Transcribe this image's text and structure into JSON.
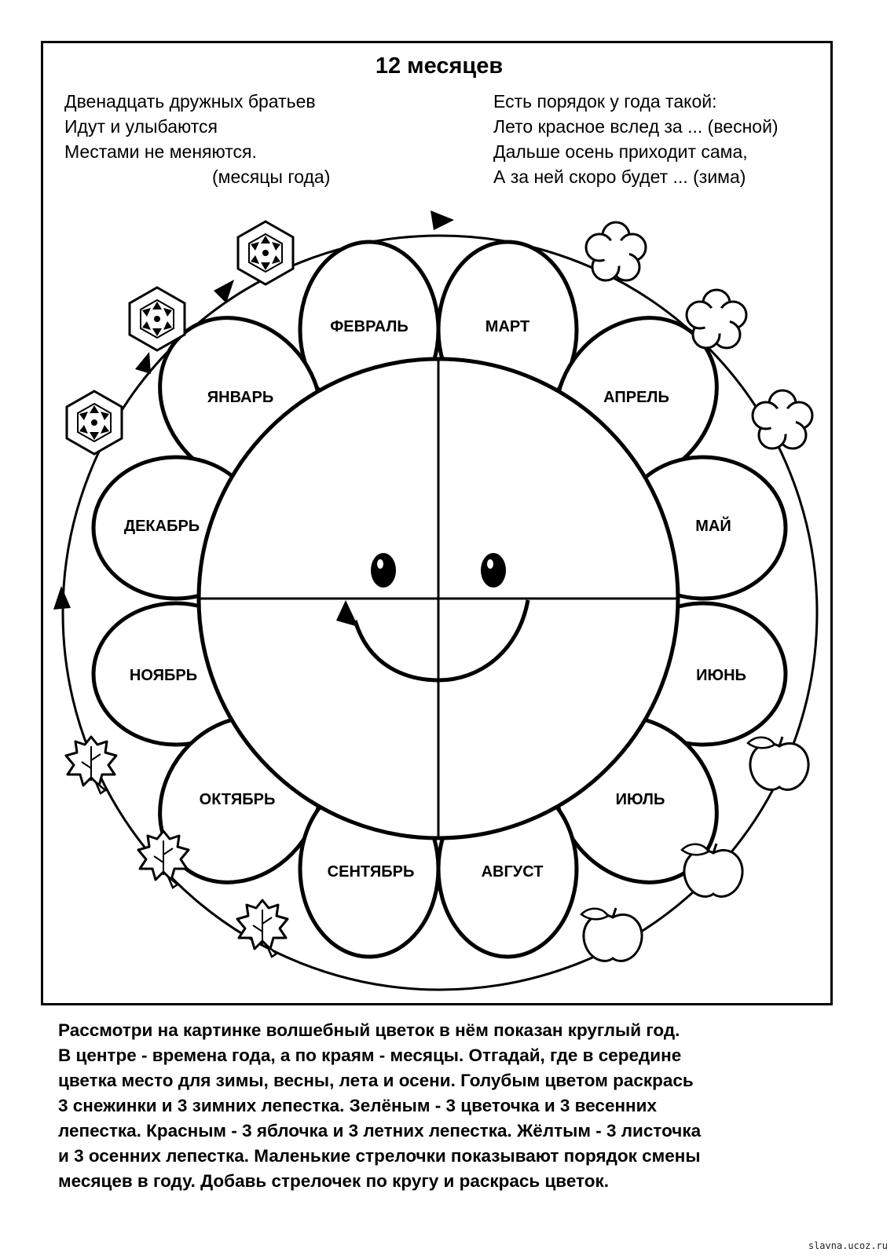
{
  "title": "12 месяцев",
  "poem_left": {
    "lines": [
      "Двенадцать дружных братьев",
      "Идут и улыбаются",
      "Местами не меняются."
    ],
    "answer": "(месяцы года)"
  },
  "poem_right": {
    "lines": [
      "Есть порядок у года такой:",
      "Лето красное вслед за ... (весной)",
      "Дальше осень приходит сама,",
      "А за ней скоро будет ... (зима)"
    ]
  },
  "months": {
    "february": "ФЕВРАЛЬ",
    "march": "МАРТ",
    "january": "ЯНВАРЬ",
    "april": "АПРЕЛЬ",
    "december": "ДЕКАБРЬ",
    "may": "МАЙ",
    "november": "НОЯБРЬ",
    "june": "ИЮНЬ",
    "october": "ОКТЯБРЬ",
    "july": "ИЮЛЬ",
    "september": "СЕНТЯБРЬ",
    "august": "АВГУСТ"
  },
  "instructions": [
    "Рассмотри на картинке  волшебный цветок в нём показан круглый год.",
    "В центре - времена года, а по краям - месяцы. Отгадай, где в середине",
    "цветка место для зимы, весны, лета и осени.  Голубым цветом раскрась",
    "3 снежинки и 3 зимних лепестка. Зелёным - 3 цветочка и 3 весенних",
    "лепестка. Красным - 3 яблочка и 3 летних лепестка. Жёлтым - 3 листочка",
    "и 3 осенних лепестка. Маленькие стрелочки показывают порядок смены",
    "месяцев в году. Добавь стрелочек по кругу и раскрась цветок."
  ],
  "watermark": "slavna.ucoz.ru",
  "icons": [
    "snowflake-icon",
    "flower-icon",
    "apple-icon",
    "leaf-icon",
    "arrow-icon",
    "smiley-face"
  ]
}
